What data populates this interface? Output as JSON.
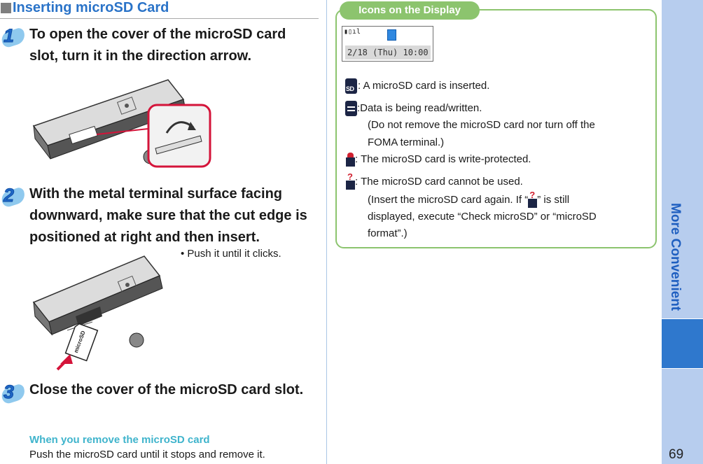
{
  "section": {
    "title": "Inserting microSD Card"
  },
  "steps": [
    {
      "number": "1",
      "text": "To open the cover of the microSD card slot, turn it in the direction arrow."
    },
    {
      "number": "2",
      "text": "With the metal terminal surface facing downward, make sure that the cut edge is positioned at right and then insert.",
      "note": "• Push it until it clicks."
    },
    {
      "number": "3",
      "text": "Close the cover of the microSD card slot."
    }
  ],
  "card_label": "microSD",
  "remove": {
    "heading": "When you remove the microSD card",
    "body": "Push the microSD card until it stops and remove it."
  },
  "icons_box": {
    "title": "Icons on the Display",
    "screen": {
      "clock": "2/18 (Thu) 10:00"
    },
    "items": [
      {
        "icon": "microsd-inserted-icon",
        "text": ": A microSD card is inserted."
      },
      {
        "icon": "read-write-icon",
        "text": ":Data is being read/written."
      },
      {
        "icon": "",
        "text": "(Do not remove the microSD card nor turn off the"
      },
      {
        "icon": "",
        "text": "FOMA terminal.)"
      },
      {
        "icon": "microsd-write-protected-icon",
        "text": ":  The microSD card is write-protected."
      },
      {
        "icon": "microsd-unusable-icon",
        "text": ":  The microSD card cannot be used."
      },
      {
        "icon": "",
        "text_before": "(Insert the microSD card again. If “",
        "text_after": "” is still"
      },
      {
        "icon": "",
        "text": "displayed, execute “Check microSD” or “microSD"
      },
      {
        "icon": "",
        "text": "format”.)"
      }
    ]
  },
  "side_tab": {
    "label": "More Convenient"
  },
  "page_number": "69",
  "colors": {
    "heading_blue": "#2a73c8",
    "step_number_blue": "#1f67c6",
    "icon_box_green": "#8cc46e",
    "remove_heading_cyan": "#3fb4cc",
    "tab_blue": "#2f78cd",
    "tab_light": "#b7cdee",
    "arrow_red": "#d4143a"
  }
}
